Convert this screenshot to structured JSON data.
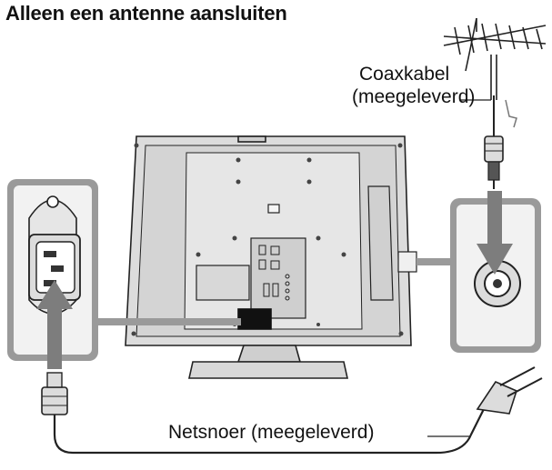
{
  "title": "Alleen een antenne aansluiten",
  "labels": {
    "coax_line1": "Coaxkabel",
    "coax_line2": "(meegeleverd)",
    "mains_cable": "Netsnoer (meegeleverd)"
  },
  "colors": {
    "line": "#222222",
    "tv_fill": "#dcdcdc",
    "tv_panel": "#cfcfcf",
    "frame_gray": "#9a9a9a",
    "arrow_gray": "#7d7d7d",
    "inset_fill": "#f2f2f2"
  }
}
